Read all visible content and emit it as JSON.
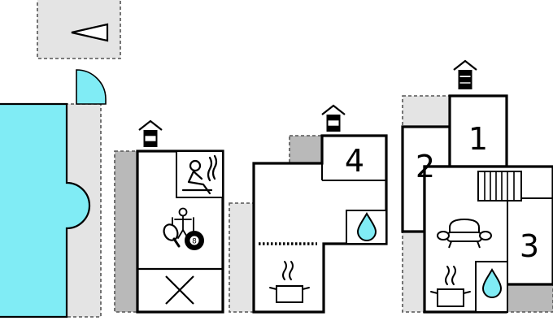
{
  "colors": {
    "pool": "#80ecf5",
    "terrace": "#e4e4e4",
    "terrace_dark": "#b9b9b9",
    "wall": "#000000",
    "dashed": "#555555",
    "door": "#80ecf5",
    "water_drop": "#80ecf5"
  },
  "icons": {
    "north": "north-arrow-icon",
    "entrance": "house-entrance-icon",
    "sauna": "sauna-icon",
    "table_tennis": "table-tennis-icon",
    "billiards": "billiard-ball-icon",
    "kitchen": "cooking-pot-icon",
    "bathroom": "water-drop-icon",
    "sofa": "sofa-icon",
    "stairs": "stairs-icon",
    "empty": "cross-icon"
  },
  "billiard_ball_number": "8",
  "rooms": {
    "r1": "1",
    "r2": "2",
    "r3": "3",
    "r4": "4"
  }
}
